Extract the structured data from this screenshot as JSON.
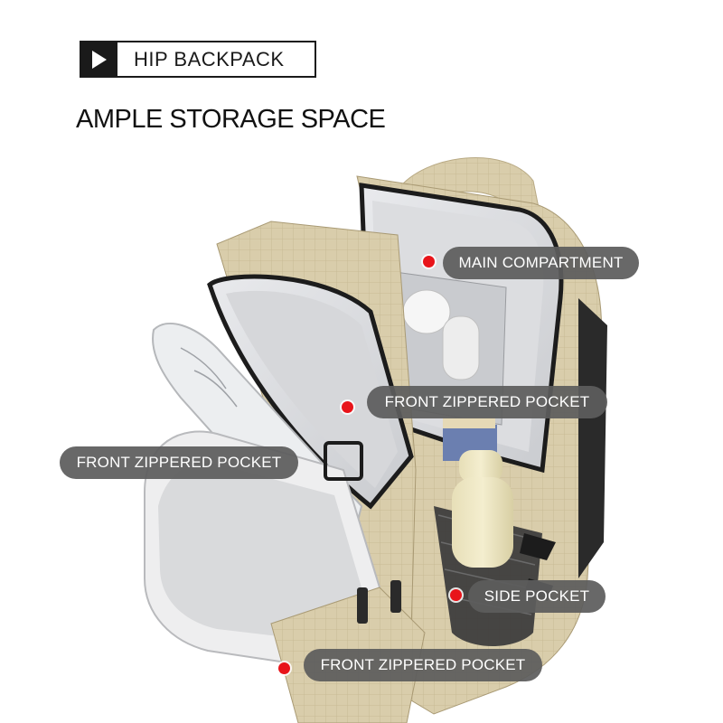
{
  "brand": {
    "label": "HIP BACKPACK",
    "icon": "play-triangle-icon"
  },
  "headline": "AMPLE STORAGE SPACE",
  "callouts": [
    {
      "label": "MAIN COMPARTMENT"
    },
    {
      "label": "FRONT ZIPPERED POCKET"
    },
    {
      "label": "FRONT ZIPPERED POCKET"
    },
    {
      "label": "SIDE POCKET"
    },
    {
      "label": "FRONT ZIPPERED POCKET"
    }
  ],
  "colors": {
    "callout_bg": "#5c5c5c",
    "marker": "#e8141a",
    "backpack_fabric": "#d8ccaa",
    "lining": "#dcdde0",
    "trim": "#1c1c1c"
  }
}
